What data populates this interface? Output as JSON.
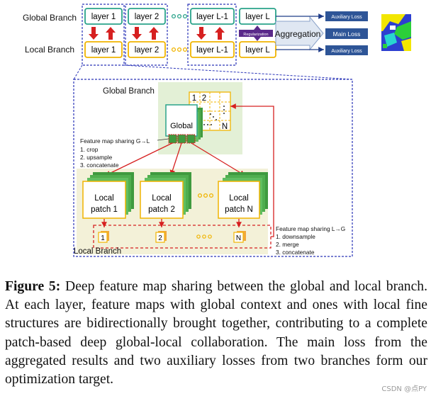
{
  "top": {
    "global_branch": "Global Branch",
    "local_branch": "Local Branch",
    "g1": "layer 1",
    "g2": "layer 2",
    "gL1": "layer L-1",
    "gL": "layer L",
    "l1": "layer 1",
    "l2": "layer 2",
    "lL1": "layer L-1",
    "lL": "layer L",
    "regularization": "Regularization",
    "aggregation": "Aggregation",
    "aux_loss_top": "Auxiliary Loss",
    "main_loss": "Main Loss",
    "aux_loss_bottom": "Auxiliary Loss"
  },
  "detail": {
    "global_branch": "Global Branch",
    "grid_1": "1",
    "grid_2": "2",
    "grid_n": "N",
    "global": "Global",
    "g2l_title": "Feature map sharing G→L",
    "g2l_1": "1. crop",
    "g2l_2": "2. upsample",
    "g2l_3": "3. concatenate",
    "patch1_l1": "Local",
    "patch1_l2": "patch 1",
    "patch2_l1": "Local",
    "patch2_l2": "patch 2",
    "patchN_l1": "Local",
    "patchN_l2": "patch N",
    "small_1": "1",
    "small_2": "2",
    "small_n": "N",
    "l2g_title": "Feature map sharing L→G",
    "l2g_1": "1. downsample",
    "l2g_2": "2. merge",
    "l2g_3": "3. concatenate",
    "local_branch": "Local Branch"
  },
  "caption": {
    "label": "Figure 5:",
    "text": " Deep feature map sharing between the global and local branch. At each layer, feature maps with global context and ones with local fine structures are bidirectionally brought together, contributing to a complete patch-based deep global-local collaboration. The main loss from the aggregated results and two auxiliary losses from two branches form our optimization target."
  },
  "watermark": "CSDN @点PY",
  "colors": {
    "teal": "#2aa38a",
    "yellow": "#f0b400",
    "red": "#d62020",
    "navy": "#1f3c88",
    "dashed_blue": "#2a34b8",
    "aggregation_fill": "#dfe7f2",
    "aggregation_stroke": "#8aa2c8",
    "regularization": "#5a2a8a",
    "loss_fill": "#2e5597",
    "global_region": "#e3f0d6",
    "local_region": "#f3f1d8",
    "local_patch_stack": "#3f9a3f",
    "orange_tab": "#f2a93b"
  }
}
